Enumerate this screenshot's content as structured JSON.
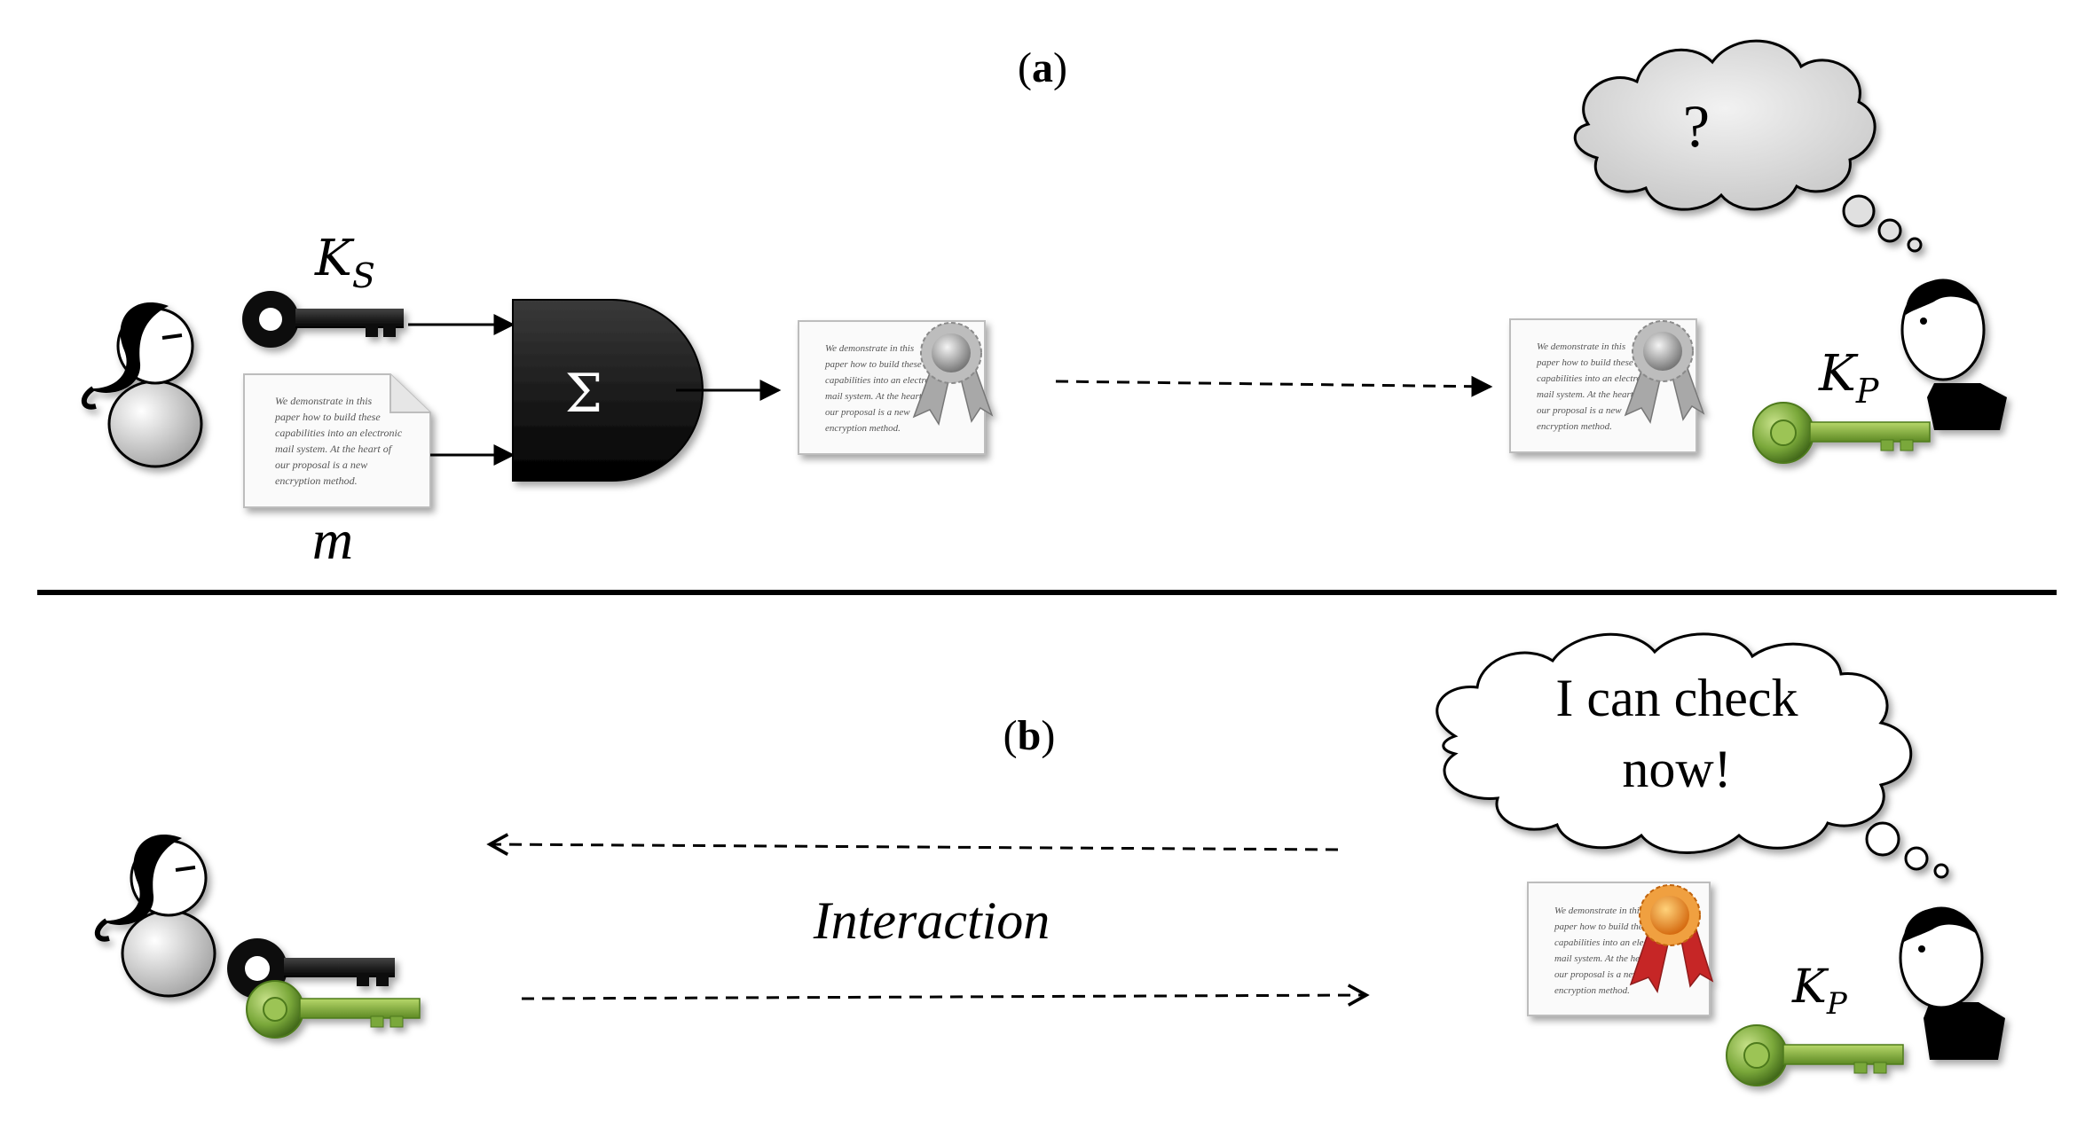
{
  "panel_a": {
    "label_open": "(",
    "label_letter": "a",
    "label_close": ")",
    "secret_key_symbol": "K",
    "secret_key_sub": "S",
    "message_symbol": "m",
    "sign_operator": "Σ",
    "public_key_symbol": "K",
    "public_key_sub": "P",
    "thought": "?"
  },
  "panel_b": {
    "label_open": "(",
    "label_letter": "b",
    "label_close": ")",
    "interaction_label": "Interaction",
    "thought_line1": "I can check",
    "thought_line2": "now!",
    "public_key_symbol": "K",
    "public_key_sub": "P"
  },
  "document_text": [
    "We demonstrate in this",
    "paper how to build these",
    "capabilities into an electronic",
    "mail system. At the heart of",
    "our proposal is a new",
    "encryption method."
  ],
  "colors": {
    "black_key": "#111111",
    "green_key": "#8cb43c",
    "silver_seal": "#9a9a9a",
    "gold_seal": "#e0821e",
    "red_ribbon": "#c62828",
    "cloud_grey": "#d9d9d9"
  }
}
